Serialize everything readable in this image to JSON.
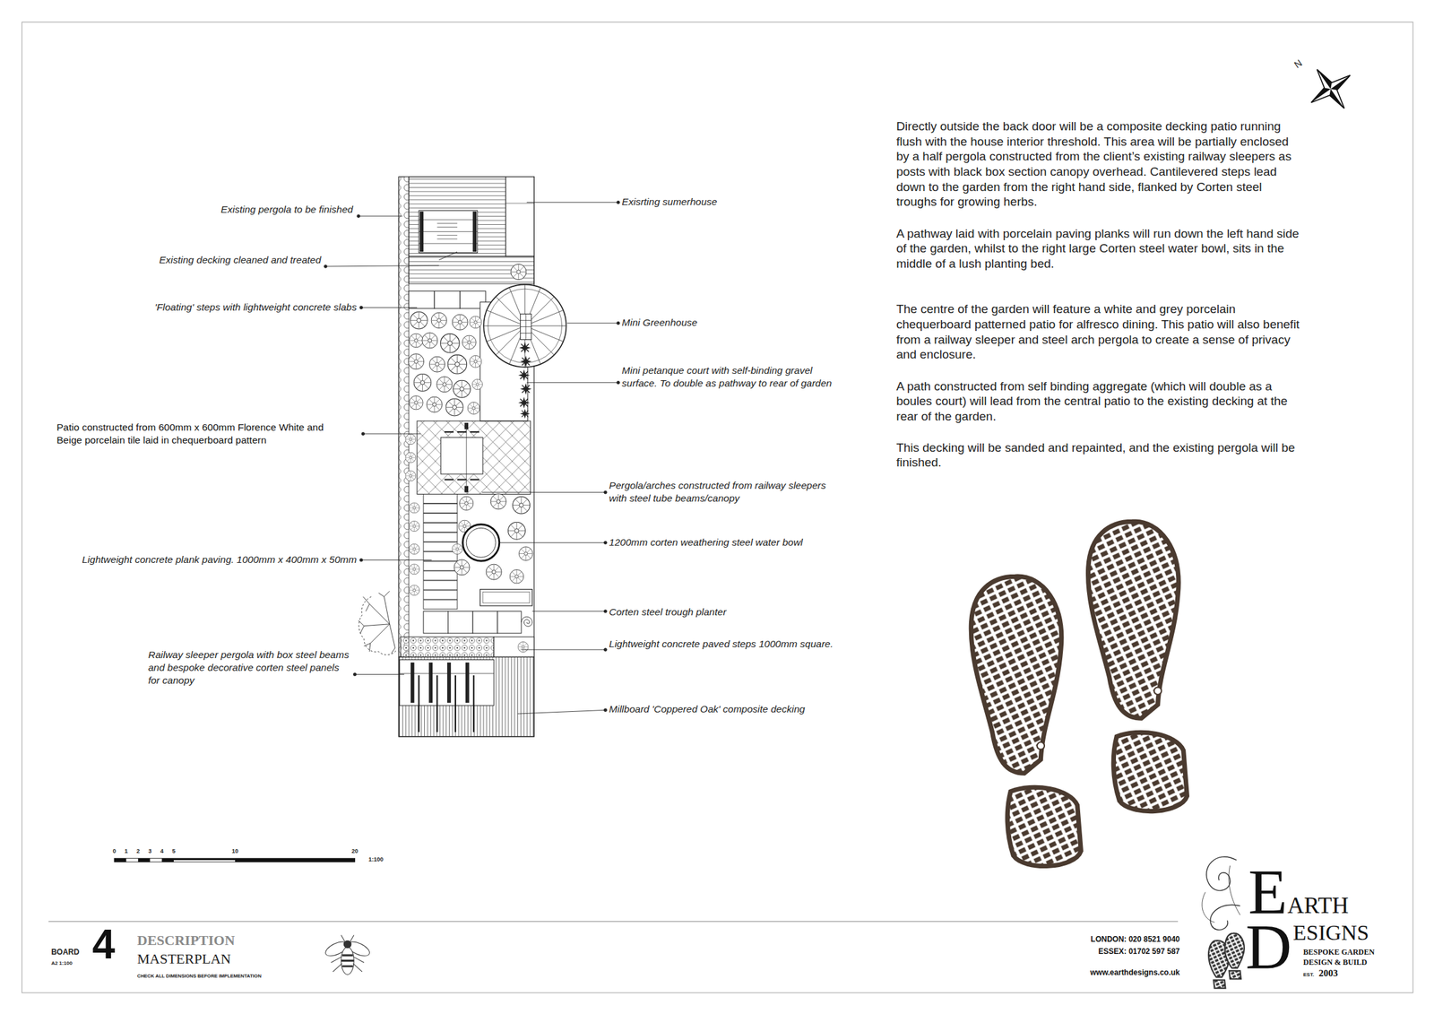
{
  "diagram": {
    "labels": [
      "N",
      "Directly outside the back door will be a composite decking patio running flush with the house interior threshold. This area will be partially enclosed by a half pergola constructed from the client’s existing railway sleepers as posts with black box section canopy overhead. Cantilevered steps lead down to the garden from the right hand side, flanked by Corten steel troughs for growing herbs.",
      "A pathway laid with porcelain paving planks will run down the left hand side of the garden, whilst to the right large Corten steel water bowl, sits in the middle of a lush planting bed.",
      "The centre of the garden will feature a white and grey porcelain chequerboard patterned patio for alfresco dining. This patio will also benefit from a railway sleeper and steel arch pergola to create a sense of privacy and enclosure.",
      "A path constructed from self binding aggregate (which will double as a boules court) will lead from the central patio to the existing decking at the rear of the garden.",
      "This decking will be sanded and repainted, and the existing pergola will be finished.",
      "Existing pergola to be finished",
      "Exisrting sumerhouse",
      "Existing decking cleaned and treated",
      "'Floating' steps with lightweight concrete slabs",
      "Mini Greenhouse",
      "Mini petanque court with self-binding gravel surface. To double as pathway to rear of garden",
      "Patio constructed from 600mm x 600mm Florence White and Beige porcelain tile laid in chequerboard pattern",
      "Pergola/arches constructed from railway sleepers with steel tube beams/canopy",
      "1200mm corten weathering steel water bowl",
      "Lightweight concrete plank paving. 1000mm x 400mm x 50mm",
      "Corten steel trough planter",
      "Lightweight concrete paved steps 1000mm square.",
      "Railway sleeper pergola with box steel beams and bespoke decorative corten steel panels for canopy",
      "Millboard 'Coppered Oak' composite decking",
      "0",
      "1",
      "2",
      "3",
      "4",
      "5",
      "10",
      "20",
      "1:100",
      "BOARD",
      "4",
      "A2 1:100",
      "DESCRIPTION",
      "MASTERPLAN",
      "CHECK ALL DIMENSIONS BEFORE IMPLEMENTATION",
      "LONDON: 020 8521 9040",
      "ESSEX: 01702 597 587",
      "www.earthdesigns.co.uk",
      "EARTH",
      "DESIGNS",
      "BESPOKE GARDEN",
      "DESIGN & BUILD",
      "EST.",
      "2003"
    ]
  }
}
